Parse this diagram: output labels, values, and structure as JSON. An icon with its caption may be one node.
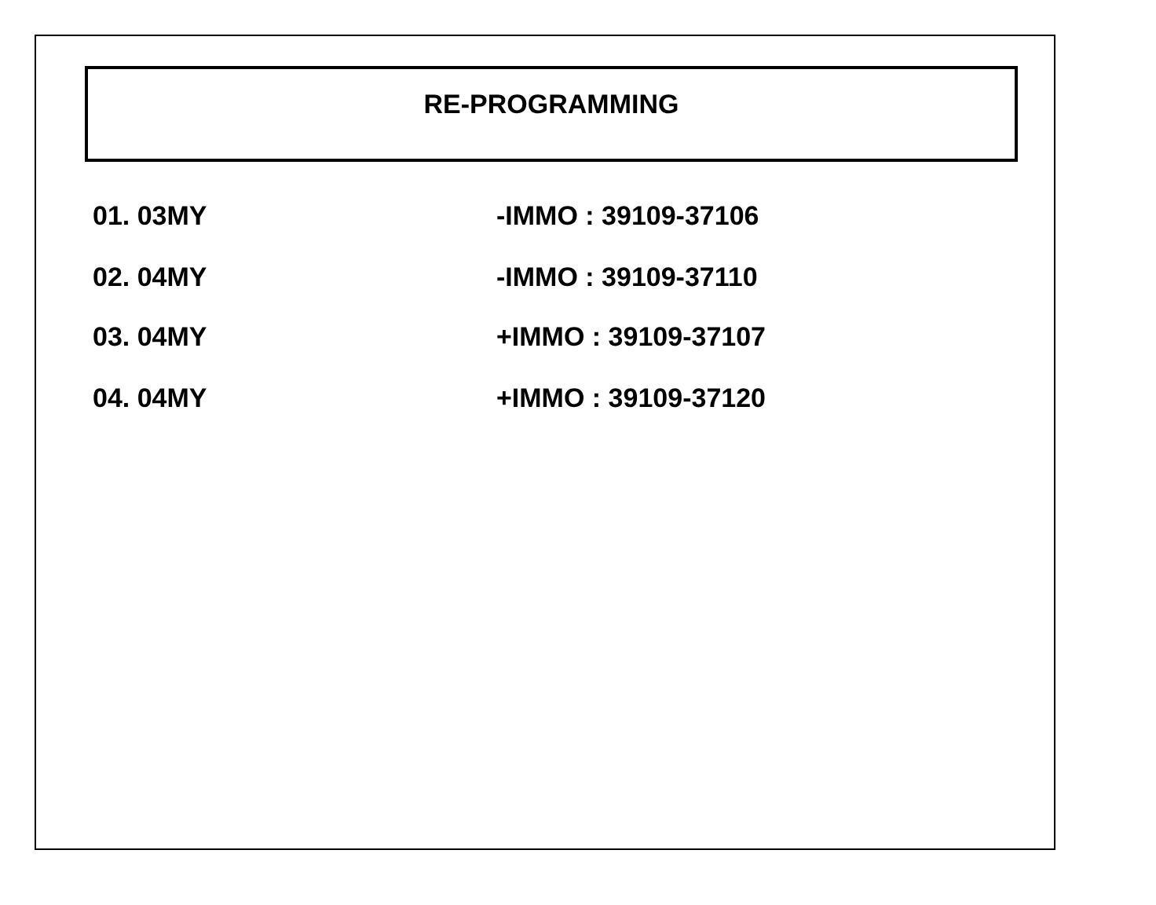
{
  "diagram": {
    "nodes": [
      {
        "text": [],
        "shape": "box"
      },
      {
        "text": [
          "RE-PROGRAMMING"
        ],
        "in": 0
      }
    ],
    "labels": [
      "01. 03MY",
      "-IMMO : 39109-37106",
      "02. 04MY",
      "-IMMO : 39109-37110",
      "03. 04MY",
      "+IMMO : 39109-37107",
      "04. 04MY",
      "+IMMO : 39109-37120"
    ]
  }
}
